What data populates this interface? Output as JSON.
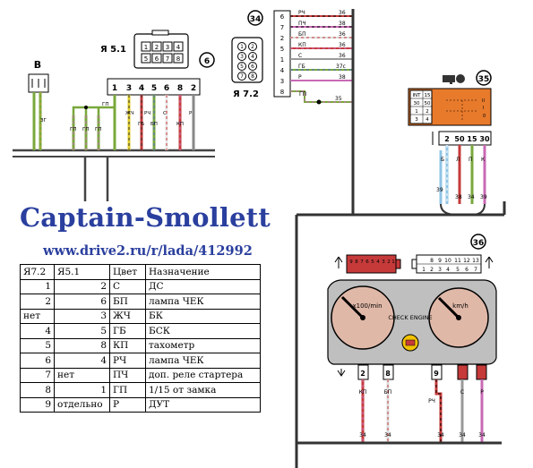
{
  "connectors": {
    "ya51": "Я 5.1",
    "ya72": "Я 7.2",
    "ya51_pins_top": [
      "1",
      "2",
      "3",
      "4"
    ],
    "ya51_pins_bottom": [
      "5",
      "6",
      "7",
      "8"
    ],
    "ya51_row": [
      "1",
      "3",
      "4",
      "5",
      "6",
      "8",
      "2"
    ],
    "ya72_pins": [
      "6",
      "7",
      "2",
      "5",
      "1",
      "4",
      "3",
      "8"
    ],
    "ya72_face": [
      "1",
      "2",
      "3",
      "4",
      "5",
      "6",
      "7",
      "8"
    ],
    "v_label": "B"
  },
  "badges": {
    "b6": "6",
    "b34": "34",
    "b35": "35",
    "b36": "36"
  },
  "ya72_wires": [
    {
      "pin": "6",
      "color": "РЧ",
      "code": "36"
    },
    {
      "pin": "7",
      "color": "ПЧ",
      "code": "38"
    },
    {
      "pin": "2",
      "color": "БП",
      "code": "36"
    },
    {
      "pin": "5",
      "color": "КП",
      "code": "36"
    },
    {
      "pin": "1",
      "color": "С",
      "code": "36"
    },
    {
      "pin": "4",
      "color": "ГБ",
      "code": "37с"
    },
    {
      "pin": "3",
      "color": "Р",
      "code": "38"
    },
    {
      "pin": "8",
      "color": "ГП",
      "code": "35"
    }
  ],
  "ya51_wire_labels": [
    "ЗГ",
    "ГП",
    "ГП",
    "ГП",
    "ГП",
    "ЖЧ",
    "ГБ",
    "РЧ",
    "БП",
    "С",
    "КП",
    "Р"
  ],
  "ignition": {
    "table": [
      [
        "INT",
        "15"
      ],
      [
        "30",
        "50"
      ],
      [
        "1",
        "2"
      ],
      [
        "3",
        "4"
      ]
    ],
    "terminals": [
      "2",
      "50",
      "15",
      "30"
    ],
    "wire_colors": [
      "Б",
      "Л",
      "П",
      "К"
    ],
    "wire_codes": [
      "39",
      "38",
      "34",
      "39"
    ],
    "positions": [
      "II",
      "I",
      "0"
    ]
  },
  "cluster": {
    "tach_label": "x100/min",
    "speed_label": "km/h",
    "check_engine": "CHECK ENGINE",
    "connector_left": [
      "9",
      "8",
      "7",
      "6",
      "5",
      "4",
      "3",
      "2",
      "1"
    ],
    "connector_right_top": [
      "8",
      "9",
      "10",
      "11",
      "12",
      "13"
    ],
    "connector_right_bottom": [
      "1",
      "2",
      "3",
      "4",
      "5",
      "6",
      "7"
    ],
    "pins": [
      {
        "pin": "2",
        "color": "КП",
        "code": "34"
      },
      {
        "pin": "8",
        "color": "БП",
        "code": "34"
      },
      {
        "pin": "9",
        "color": "РЧ",
        "code": "34"
      },
      {
        "pin": "",
        "color": "С",
        "code": "34"
      },
      {
        "pin": "",
        "color": "Р",
        "code": "34"
      }
    ]
  },
  "watermark": {
    "title": "Captain-Smollett",
    "url": "www.drive2.ru/r/lada/412992"
  },
  "table": {
    "headers": [
      "Я7.2",
      "Я5.1",
      "Цвет",
      "Назначение"
    ],
    "rows": [
      [
        "1",
        "2",
        "С",
        "ДС"
      ],
      [
        "2",
        "6",
        "БП",
        "лампа ЧЕК"
      ],
      [
        "нет",
        "3",
        "ЖЧ",
        "БК"
      ],
      [
        "4",
        "5",
        "ГБ",
        "БСК"
      ],
      [
        "5",
        "8",
        "КП",
        "тахометр"
      ],
      [
        "6",
        "4",
        "РЧ",
        "лампа ЧЕК"
      ],
      [
        "7",
        "нет",
        "ПЧ",
        "доп. реле стартера"
      ],
      [
        "8",
        "1",
        "ГП",
        "1/15 от замка"
      ],
      [
        "9",
        "отдельно",
        "Р",
        "ДУТ"
      ]
    ]
  }
}
